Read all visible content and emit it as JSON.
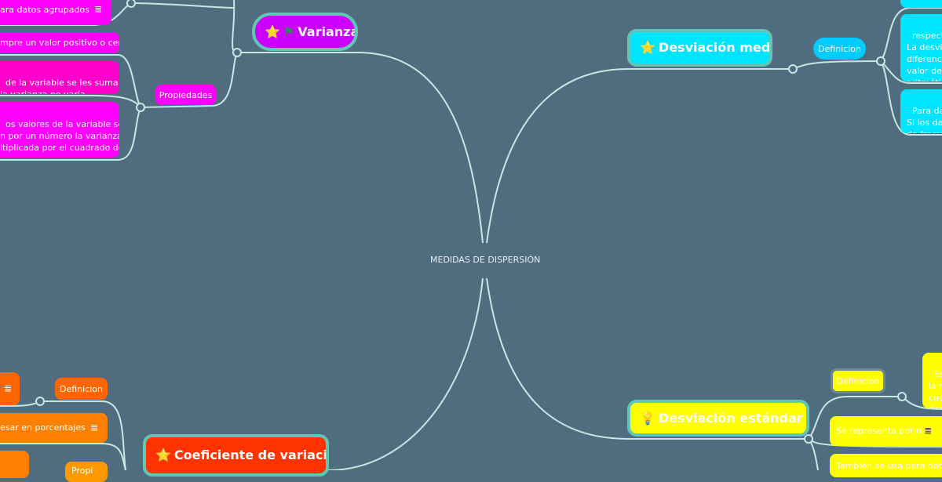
{
  "center": {
    "label": "MEDIDAS DE DISPERSIÓN"
  },
  "varianza": {
    "label": "Varianza",
    "icons": [
      "star-icon",
      "flag-icon"
    ],
    "color": "#cc00ff",
    "children": {
      "top_note": "ara datos agrupados",
      "propiedades": "Propiedades",
      "props": [
        "mpre un valor positivo o cero",
        "de la variable se les suma un\nla varianza no varía.",
        "os valores de la variable se\nn por un número la varianza\nltiplicada por el cuadrado de\nnero."
      ]
    }
  },
  "desviacion_media": {
    "label": "Desviación media",
    "icons": [
      "star-icon"
    ],
    "color": "#00e5ff",
    "definicion": "Definicion",
    "boxes": [
      "respecto\nLa desvia\ndiferenci\nvalor de l\naritmétic",
      "Para dato\nSi los dat\nde frecue"
    ]
  },
  "desviacion_estandar": {
    "label": "Desviación estándar",
    "icons": [
      "lightbulb-icon"
    ],
    "color": "#ffff00",
    "definicion": "Definicion",
    "def_box": "Es l\nla ra\ncua\ndes",
    "representa": "Se representa por σ.",
    "tambien": "También se usa para datos"
  },
  "coeficiente": {
    "label": "Coeficiente de variación",
    "icons": [
      "star-icon"
    ],
    "color": "#ff3300",
    "definicion": "Definicion",
    "porcentajes": "esar en porcentajes",
    "propiedades": "Propi"
  }
}
